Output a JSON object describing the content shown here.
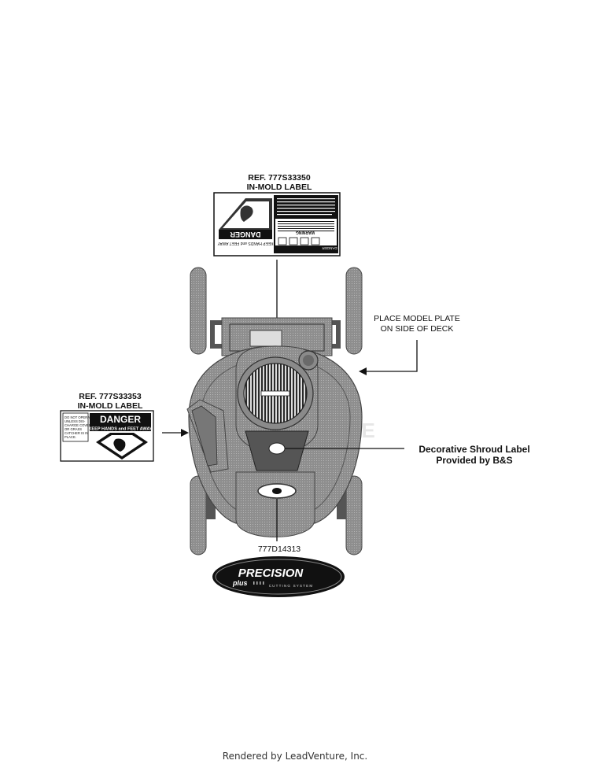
{
  "labels": {
    "top_ref": "REF. 777S33350",
    "top_type": "IN-MOLD LABEL",
    "left_ref": "REF. 777S33353",
    "left_type": "IN-MOLD LABEL",
    "model_plate_line1": "PLACE MODEL PLATE",
    "model_plate_line2": "ON SIDE OF DECK",
    "shroud_line1": "Decorative Shroud Label",
    "shroud_line2": "Provided by B&S",
    "bottom_ref": "777D14313"
  },
  "danger_label_left": {
    "heading": "DANGER",
    "subheading": "KEEP HANDS and FEET AWAY",
    "side_text": [
      "DO NOT OPERATE",
      "UNLESS DIS-",
      "CHARGE COVER",
      "OR GRASS",
      "CATCHER IS IN",
      "PLACE."
    ]
  },
  "danger_label_top": {
    "heading": "DANGER",
    "subheading": "KEEP HANDS and FEET AWAY",
    "warning": "WARNING",
    "danger_small": "DANGER"
  },
  "logo": {
    "brand": "PRECISION",
    "suffix": "plus",
    "tagline": "CUTTING SYSTEM"
  },
  "watermark": "ENTURE",
  "footer": "Rendered by LeadVenture, Inc.",
  "colors": {
    "mower_gray": "#8a8a8a",
    "dark_gray": "#555555",
    "black": "#111111"
  }
}
